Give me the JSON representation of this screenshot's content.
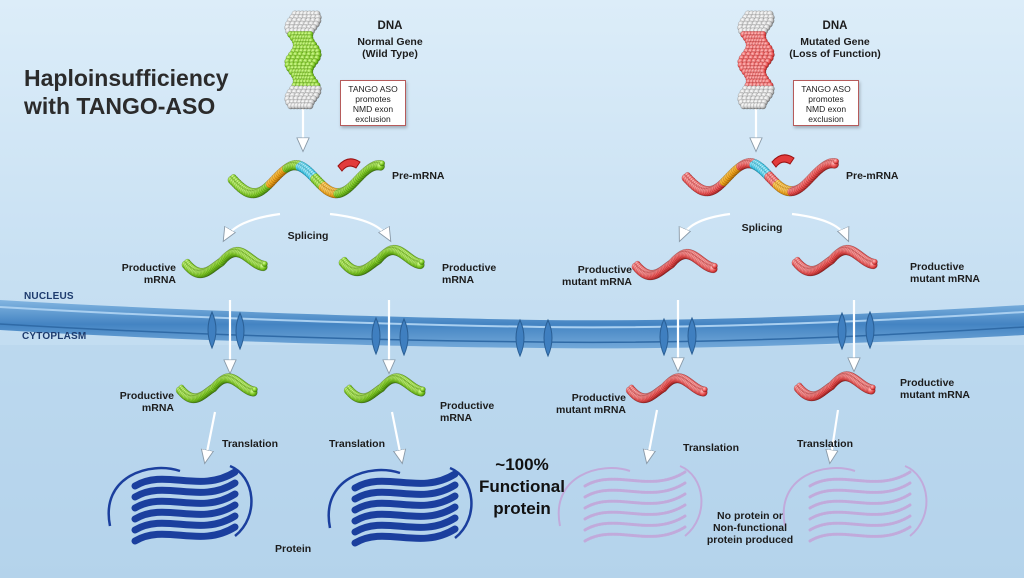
{
  "title": {
    "line1": "Haploinsufficiency",
    "line2": "with TANGO-ASO"
  },
  "regions": {
    "nucleus": "NUCLEUS",
    "cytoplasm": "CYTOPLASM"
  },
  "left": {
    "dna_title": "DNA",
    "dna_line1": "Normal Gene",
    "dna_line2": "(Wild Type)",
    "callout": [
      "TANGO ASO",
      "promotes",
      "NMD exon",
      "exclusion"
    ],
    "pre_mrna": "Pre-mRNA",
    "splicing": "Splicing",
    "productive_a": [
      "Productive",
      "mRNA"
    ],
    "productive_b": [
      "Productive",
      "mRNA"
    ],
    "productive_c": [
      "Productive",
      "mRNA"
    ],
    "productive_d": [
      "Productive",
      "mRNA"
    ],
    "translation_a": "Translation",
    "translation_b": "Translation",
    "protein": "Protein",
    "color": "#7ed321"
  },
  "right": {
    "dna_title": "DNA",
    "dna_line1": "Mutated Gene",
    "dna_line2": "(Loss of Function)",
    "callout": [
      "TANGO ASO",
      "promotes",
      "NMD exon",
      "exclusion"
    ],
    "pre_mrna": "Pre-mRNA",
    "splicing": "Splicing",
    "productive_a": [
      "Productive",
      "mutant mRNA"
    ],
    "productive_b": [
      "Productive",
      "mutant mRNA"
    ],
    "productive_c": [
      "Productive",
      "mutant mRNA"
    ],
    "productive_d": [
      "Productive",
      "mutant mRNA"
    ],
    "translation_a": "Translation",
    "translation_b": "Translation",
    "no_protein": [
      "No protein or",
      "Non-functional",
      "protein produced"
    ],
    "color": "#ef5a5a"
  },
  "functional": [
    "~100%",
    "Functional",
    "protein"
  ],
  "colors": {
    "background_top": "#d8ebf8",
    "background_bottom": "#b7d6ee",
    "membrane": "#4f8fcc",
    "protein": "#1b3f9e",
    "faded_protein": "#cfa6d4",
    "ribbon_orange": "#f0a020",
    "ribbon_cyan": "#34c6e8"
  }
}
